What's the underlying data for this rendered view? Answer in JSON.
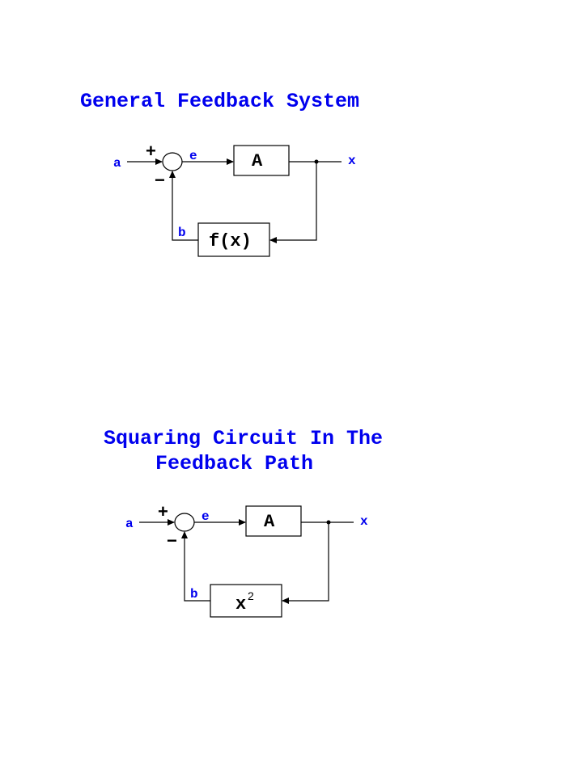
{
  "diagram1": {
    "title": "General Feedback System",
    "input_label": "a",
    "plus_sign": "+",
    "minus_sign": "−",
    "error_label": "e",
    "forward_block": "A",
    "output_label": "x",
    "feedback_label": "b",
    "feedback_block": "f(x)"
  },
  "diagram2": {
    "title_line1": "Squaring Circuit In The",
    "title_line2": "Feedback Path",
    "input_label": "a",
    "plus_sign": "+",
    "minus_sign": "−",
    "error_label": "e",
    "forward_block": "A",
    "output_label": "x",
    "feedback_label": "b",
    "feedback_block_base": "x",
    "feedback_block_exponent": "2"
  },
  "colors": {
    "title": "#0000ee",
    "signal_label": "#0000ee",
    "lines": "#000000"
  }
}
